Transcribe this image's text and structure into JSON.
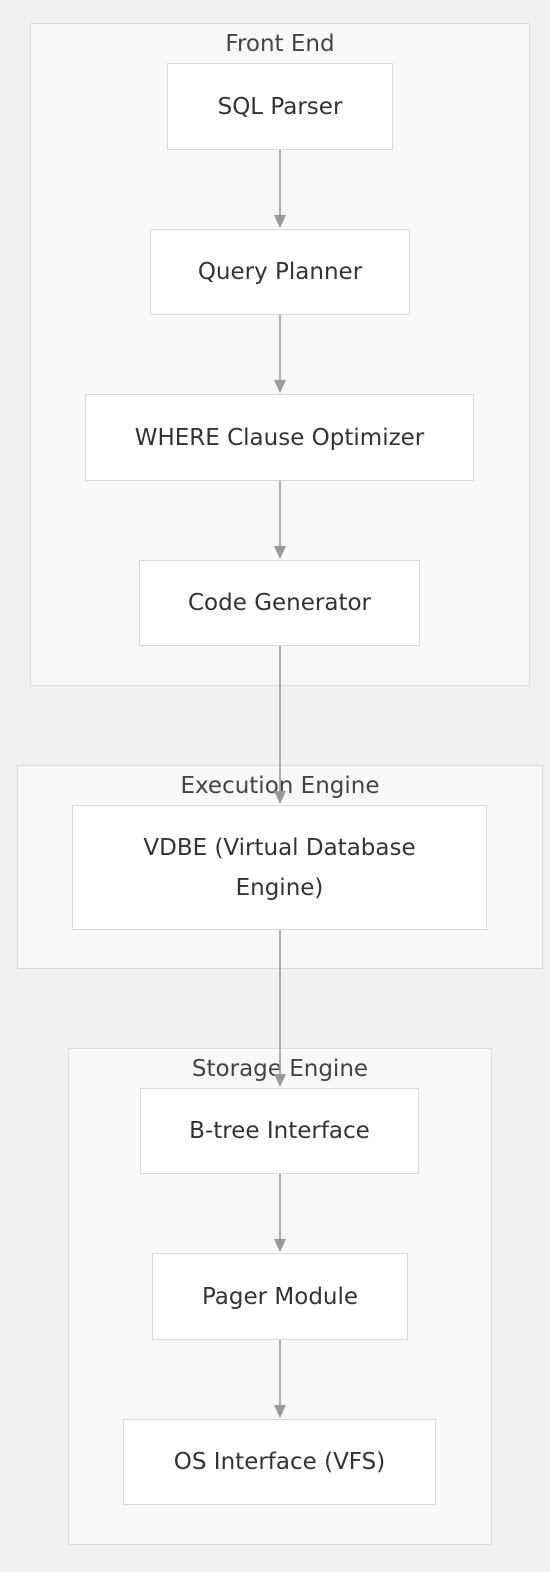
{
  "clusters": {
    "front_end": "Front End",
    "execution_engine": "Execution Engine",
    "storage_engine": "Storage Engine"
  },
  "nodes": {
    "sql_parser": "SQL Parser",
    "query_planner": "Query Planner",
    "where_optimizer": "WHERE Clause Optimizer",
    "code_generator": "Code Generator",
    "vdbe": "VDBE (Virtual Database Engine)",
    "btree": "B-tree Interface",
    "pager": "Pager Module",
    "os_interface": "OS Interface (VFS)"
  },
  "colors": {
    "background": "#f2f1f0",
    "cluster_fill": "#f8f8f8",
    "node_fill": "#ffffff",
    "edge": "#999999"
  }
}
